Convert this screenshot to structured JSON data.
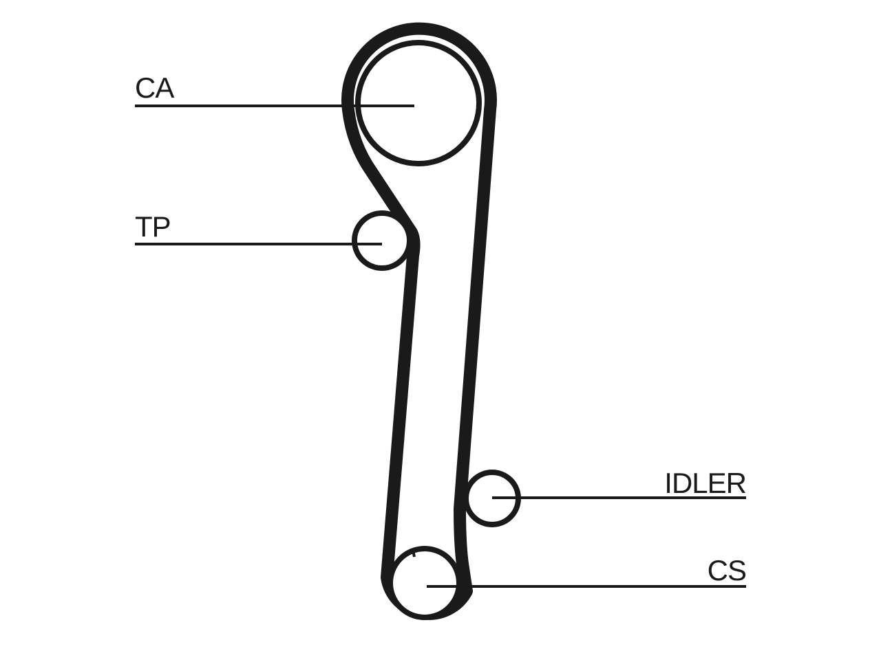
{
  "labels": {
    "camshaft": "CA",
    "tensioner": "TP",
    "idler": "IDLER",
    "crankshaft": "CS"
  },
  "colors": {
    "line": "#1a1a1a",
    "background": "#ffffff"
  }
}
